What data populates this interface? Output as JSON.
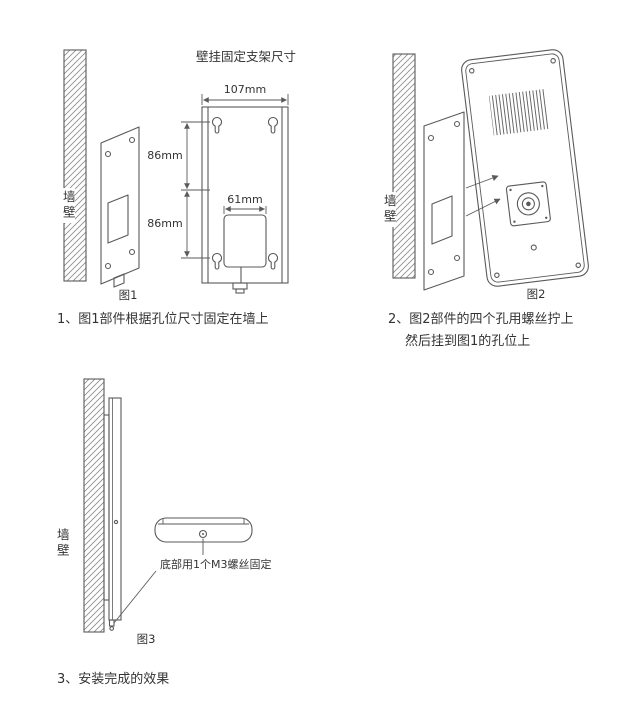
{
  "colors": {
    "line": "#5a5a5a",
    "text": "#333333",
    "background": "#ffffff"
  },
  "fig1": {
    "wall_label": "墙壁",
    "label": "图1",
    "bracket_title": "壁挂固定支架尺寸",
    "dims": {
      "width": "107mm",
      "upper": "86mm",
      "lower": "86mm",
      "inner": "61mm"
    },
    "caption": "1、图1部件根据孔位尺寸固定在墙上"
  },
  "fig2": {
    "wall_label": "墙壁",
    "label": "图2",
    "caption_line1": "2、图2部件的四个孔用螺丝拧上",
    "caption_line2": "然后挂到图1的孔位上"
  },
  "fig3": {
    "wall_label": "墙壁",
    "label": "图3",
    "note": "底部用1个M3螺丝固定",
    "caption": "3、安装完成的效果"
  }
}
